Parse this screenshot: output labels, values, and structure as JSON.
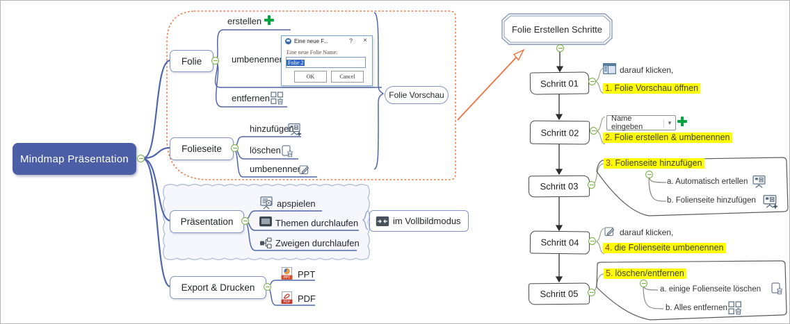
{
  "root": {
    "label": "Mindmap Präsentation"
  },
  "folie": {
    "label": "Folie",
    "erstellen": "erstellen",
    "umbenennen": "umbenennen",
    "entfernen": "entfernen"
  },
  "dialog": {
    "title": "Eine neue F...",
    "help": "?",
    "close": "×",
    "field_label": "Eine neue Folie Name:",
    "field_value": "Folie 2",
    "ok": "OK",
    "cancel": "Cancel"
  },
  "folieseite": {
    "label": "Folieseite",
    "hinzufuegen": "hinzufügen",
    "loeschen": "löschen",
    "umbenennen": "umbenennen"
  },
  "summary": {
    "folie_vorschau": "Folie Vorschau"
  },
  "praesentation": {
    "label": "Präsentation",
    "apspielen": "apspielen",
    "themen": "Themen durchlaufen",
    "zweigen": "Zweigen durchlaufen",
    "vollbild": "im Vollbildmodus"
  },
  "export_drucken": {
    "label": "Export & Drucken",
    "ppt": "PPT",
    "pdf": "PDF"
  },
  "flow": {
    "title": "Folie Erstellen Schritte",
    "step1": {
      "label": "Schritt 01",
      "note": "darauf klicken,",
      "hl_num": "1.",
      "hl_text": "Folie Vorschau öffnen"
    },
    "step2": {
      "label": "Schritt 02",
      "combo_value": "Name eingeben",
      "combo_arrow": "▾",
      "hl_num": "2.",
      "hl_text": "Folie erstellen & umbenennen"
    },
    "step3": {
      "label": "Schritt 03",
      "hl_num": "3.",
      "hl_text": "Folienseite hinzufügen",
      "item_a": "a. Automatisch ertellen",
      "item_b": "b. Folienseite hinzufügen"
    },
    "step4": {
      "label": "Schritt 04",
      "note": "darauf klicken,",
      "hl_num": "4.",
      "hl_text": "die Folienseite umbenennen"
    },
    "step5": {
      "label": "Schritt 05",
      "hl_num": "5.",
      "hl_text": "löschen/entfernen",
      "item_a": "a. einige Folienseite löschen",
      "item_b": "b. Alles entfernen"
    }
  },
  "colors": {
    "root_blue": "#4b5ea6",
    "line_blue": "#5066ac",
    "boundary_orange": "#f2703d",
    "highlight_yellow": "#ffff00",
    "plus_green": "#00a43c",
    "collapse_green": "#76b041"
  }
}
